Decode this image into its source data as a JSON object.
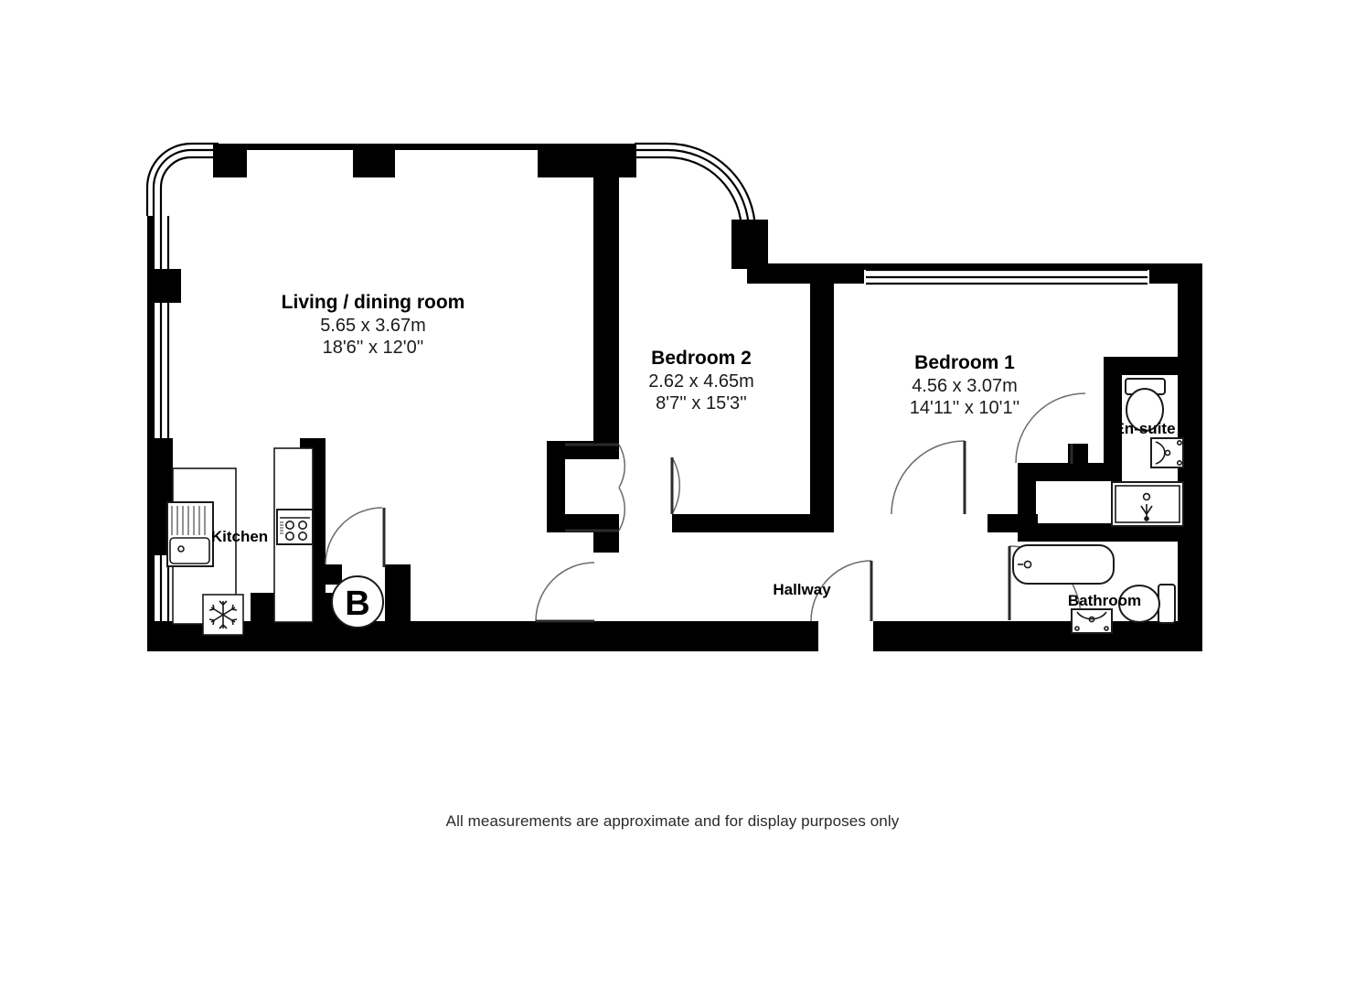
{
  "plan": {
    "disclaimer": "All measurements are approximate and for display purposes only",
    "background_color": "#ffffff",
    "wall_color": "#000000",
    "swing_color": "#6b6b6b"
  },
  "rooms": [
    {
      "id": "living-dining",
      "name": "Living / dining room",
      "dim_metric": "5.65 x 3.67m",
      "dim_imperial": "18'6'' x 12'0''"
    },
    {
      "id": "bedroom-2",
      "name": "Bedroom 2",
      "dim_metric": "2.62 x 4.65m",
      "dim_imperial": "8'7'' x 15'3''"
    },
    {
      "id": "bedroom-1",
      "name": "Bedroom 1",
      "dim_metric": "4.56 x 3.07m",
      "dim_imperial": "14'11'' x 10'1''"
    },
    {
      "id": "kitchen",
      "name": "Kitchen",
      "dim_metric": "",
      "dim_imperial": ""
    },
    {
      "id": "hallway",
      "name": "Hallway",
      "dim_metric": "",
      "dim_imperial": ""
    },
    {
      "id": "en-suite",
      "name": "En-suite",
      "dim_metric": "",
      "dim_imperial": ""
    },
    {
      "id": "bathroom",
      "name": "Bathroom",
      "dim_metric": "",
      "dim_imperial": ""
    }
  ],
  "markers": {
    "boiler_letter": "B"
  },
  "fixtures": [
    {
      "id": "kitchen-sink",
      "icon": "sink-icon"
    },
    {
      "id": "kitchen-hob",
      "icon": "hob-icon"
    },
    {
      "id": "kitchen-fridge",
      "icon": "fridge-snowflake-icon"
    },
    {
      "id": "ensuite-toilet",
      "icon": "toilet-icon"
    },
    {
      "id": "ensuite-basin",
      "icon": "basin-icon"
    },
    {
      "id": "ensuite-shower",
      "icon": "shower-tray-icon"
    },
    {
      "id": "bathroom-bath",
      "icon": "bath-icon"
    },
    {
      "id": "bathroom-basin",
      "icon": "basin-icon"
    },
    {
      "id": "bathroom-toilet",
      "icon": "toilet-icon"
    }
  ]
}
